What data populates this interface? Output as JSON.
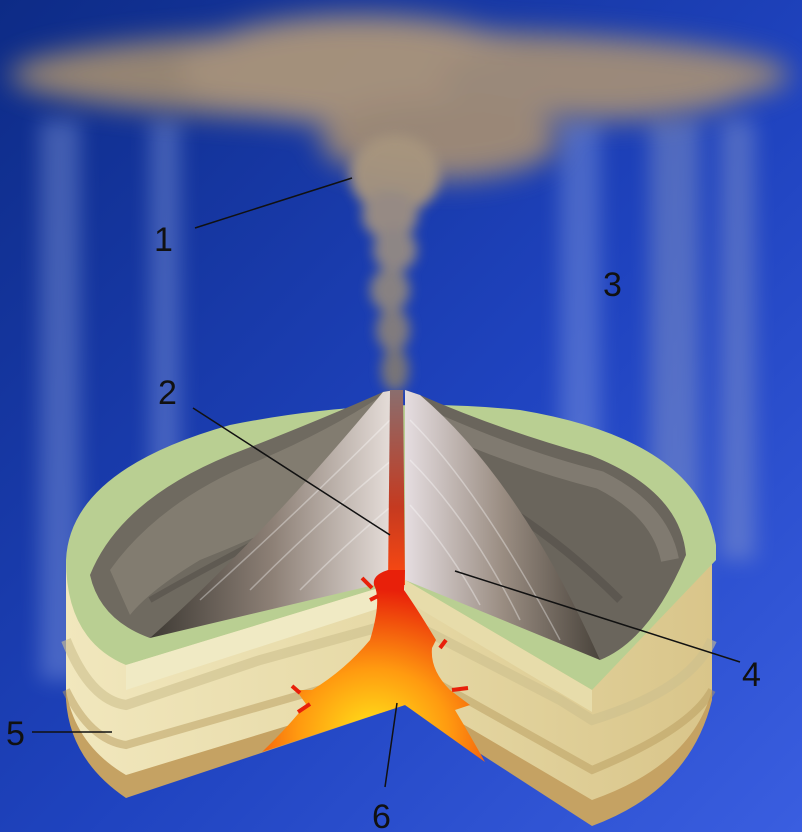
{
  "labels": {
    "l1": "1",
    "l2": "2",
    "l3": "3",
    "l4": "4",
    "l5": "5",
    "l6": "6"
  },
  "colors": {
    "sky_top": "#0f2f8f",
    "sky_bottom": "#3458d8",
    "ash": "#b39a78",
    "grass_rim": "#b9cf92",
    "soil_light": "#eee3b8",
    "soil_dark": "#c5a263",
    "magma_hot": "#ffd21a",
    "magma_edge": "#e8200a"
  }
}
